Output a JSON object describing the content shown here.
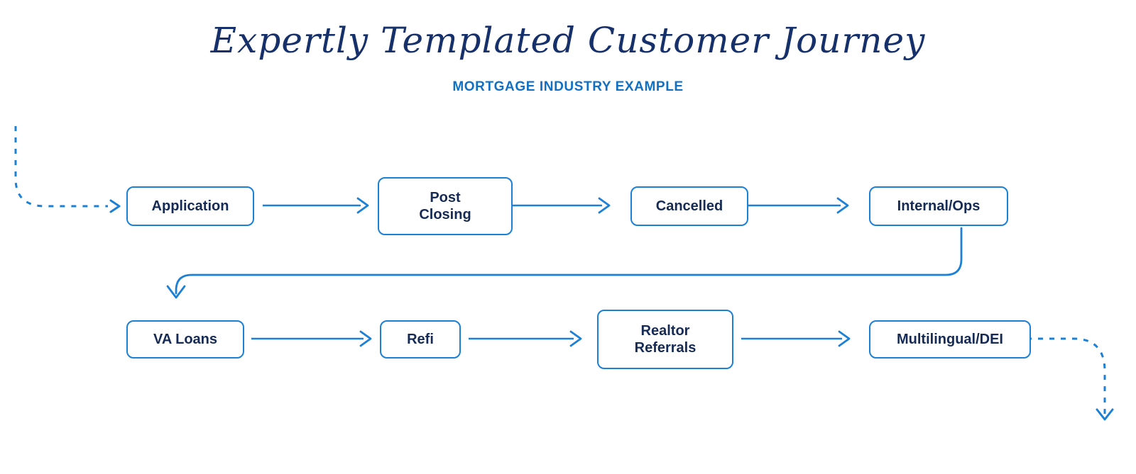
{
  "page": {
    "background": "#ffffff",
    "title": "Expertly Templated Customer Journey",
    "subtitle": "MORTGAGE INDUSTRY EXAMPLE"
  },
  "colors": {
    "title_text": "#15306b",
    "subtitle_text": "#1270c4",
    "node_border": "#1b80d6",
    "node_text": "#152a55",
    "connector": "#1b80d6",
    "dashed_connector": "#1b80d6"
  },
  "chart_data": {
    "type": "diagram",
    "title": "Expertly Templated Customer Journey",
    "subtitle": "MORTGAGE INDUSTRY EXAMPLE",
    "nodes": [
      {
        "id": "application",
        "label": "Application",
        "row": 1,
        "order": 1
      },
      {
        "id": "post-closing",
        "label": "Post\nClosing",
        "row": 1,
        "order": 2
      },
      {
        "id": "cancelled",
        "label": "Cancelled",
        "row": 1,
        "order": 3
      },
      {
        "id": "internal-ops",
        "label": "Internal/Ops",
        "row": 1,
        "order": 4
      },
      {
        "id": "va-loans",
        "label": "VA Loans",
        "row": 2,
        "order": 1
      },
      {
        "id": "refi",
        "label": "Refi",
        "row": 2,
        "order": 2
      },
      {
        "id": "realtor-referrals",
        "label": "Realtor\nReferrals",
        "row": 2,
        "order": 3
      },
      {
        "id": "multilingual-dei",
        "label": "Multilingual/DEI",
        "row": 2,
        "order": 4
      }
    ],
    "edges": [
      {
        "from": "entry",
        "to": "application",
        "style": "dashed",
        "arrow": "chevron-right"
      },
      {
        "from": "application",
        "to": "post-closing",
        "style": "solid",
        "arrow": "chevron-right"
      },
      {
        "from": "post-closing",
        "to": "cancelled",
        "style": "solid",
        "arrow": "chevron-right"
      },
      {
        "from": "cancelled",
        "to": "internal-ops",
        "style": "solid",
        "arrow": "chevron-right"
      },
      {
        "from": "internal-ops",
        "to": "va-loans",
        "style": "solid",
        "arrow": "chevron-down"
      },
      {
        "from": "va-loans",
        "to": "refi",
        "style": "solid",
        "arrow": "chevron-right"
      },
      {
        "from": "refi",
        "to": "realtor-referrals",
        "style": "solid",
        "arrow": "chevron-right"
      },
      {
        "from": "realtor-referrals",
        "to": "multilingual-dei",
        "style": "solid",
        "arrow": "chevron-right"
      },
      {
        "from": "multilingual-dei",
        "to": "exit",
        "style": "dashed",
        "arrow": "chevron-down"
      }
    ]
  },
  "nodes": {
    "application": "Application",
    "post_closing": "Post\nClosing",
    "cancelled": "Cancelled",
    "internal_ops": "Internal/Ops",
    "va_loans": "VA Loans",
    "refi": "Refi",
    "realtor_referrals": "Realtor\nReferrals",
    "multilingual_dei": "Multilingual/DEI"
  }
}
